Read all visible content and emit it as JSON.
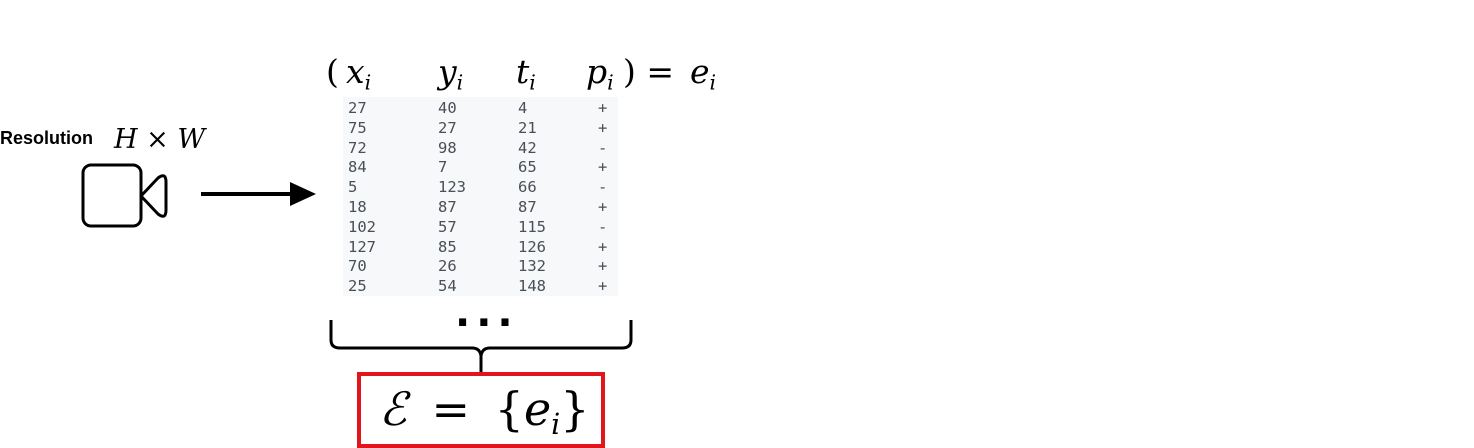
{
  "resolution": {
    "label": "Resolution",
    "height_symbol": "H",
    "times": "×",
    "width_symbol": "W"
  },
  "event_header": {
    "open_paren": "(",
    "x": "x",
    "y": "y",
    "t": "t",
    "p": "p",
    "index": "i",
    "close_paren_equals": ") =",
    "e": "e"
  },
  "events": [
    [
      "27",
      "40",
      "4",
      "+"
    ],
    [
      "75",
      "27",
      "21",
      "+"
    ],
    [
      "72",
      "98",
      "42",
      "-"
    ],
    [
      "84",
      "7",
      "65",
      "+"
    ],
    [
      "5",
      "123",
      "66",
      "-"
    ],
    [
      "18",
      "87",
      "87",
      "+"
    ],
    [
      "102",
      "57",
      "115",
      "-"
    ],
    [
      "127",
      "85",
      "126",
      "+"
    ],
    [
      "70",
      "26",
      "132",
      "+"
    ],
    [
      "25",
      "54",
      "148",
      "+"
    ]
  ],
  "ellipsis": "...",
  "event_set": {
    "symbol": "ℰ",
    "equals": "=",
    "open_brace": "{",
    "e": "e",
    "index": "i",
    "close_brace": "}"
  },
  "colors": {
    "box_border": "#e3151c",
    "table_background": "#f6f8fa",
    "table_text": "#4a4f57"
  }
}
